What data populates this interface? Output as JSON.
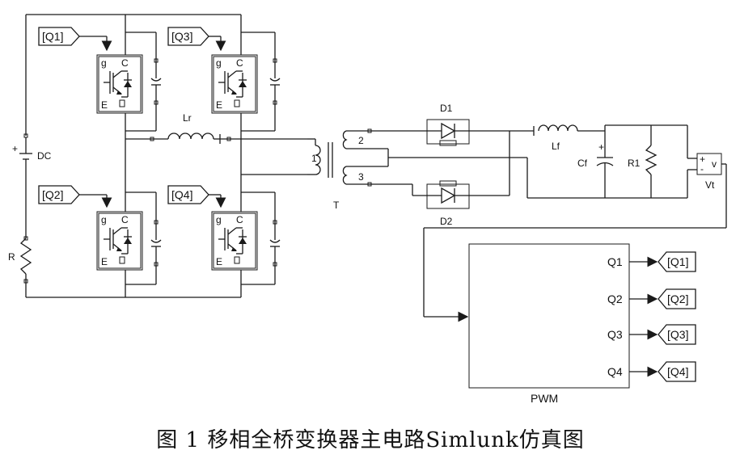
{
  "sources": {
    "dc": "DC",
    "resistor": "R",
    "resonant_inductor": "Lr",
    "transformer": "T",
    "transformer_ports": [
      "1",
      "2",
      "3"
    ]
  },
  "switches": [
    {
      "id": "Q1",
      "goto": "[Q1]"
    },
    {
      "id": "Q2",
      "goto": "[Q2]"
    },
    {
      "id": "Q3",
      "goto": "[Q3]"
    },
    {
      "id": "Q4",
      "goto": "[Q4]"
    }
  ],
  "igbt_pins": {
    "gate": "g",
    "collector": "C",
    "emitter": "E"
  },
  "rectifier": {
    "d1": "D1",
    "d2": "D2"
  },
  "output_filter": {
    "inductor": "Lf",
    "capacitor": "Cf",
    "load": "R1"
  },
  "voltmeter": {
    "label": "Vt",
    "plus": "+",
    "minus": "-",
    "out": "v"
  },
  "pwm": {
    "title": "PWM",
    "outputs": [
      "Q1",
      "Q2",
      "Q3",
      "Q4"
    ],
    "tags": [
      "[Q1]",
      "[Q2]",
      "[Q3]",
      "[Q4]"
    ]
  },
  "caption": "图 1   移相全桥变换器主电路Simlunk仿真图"
}
